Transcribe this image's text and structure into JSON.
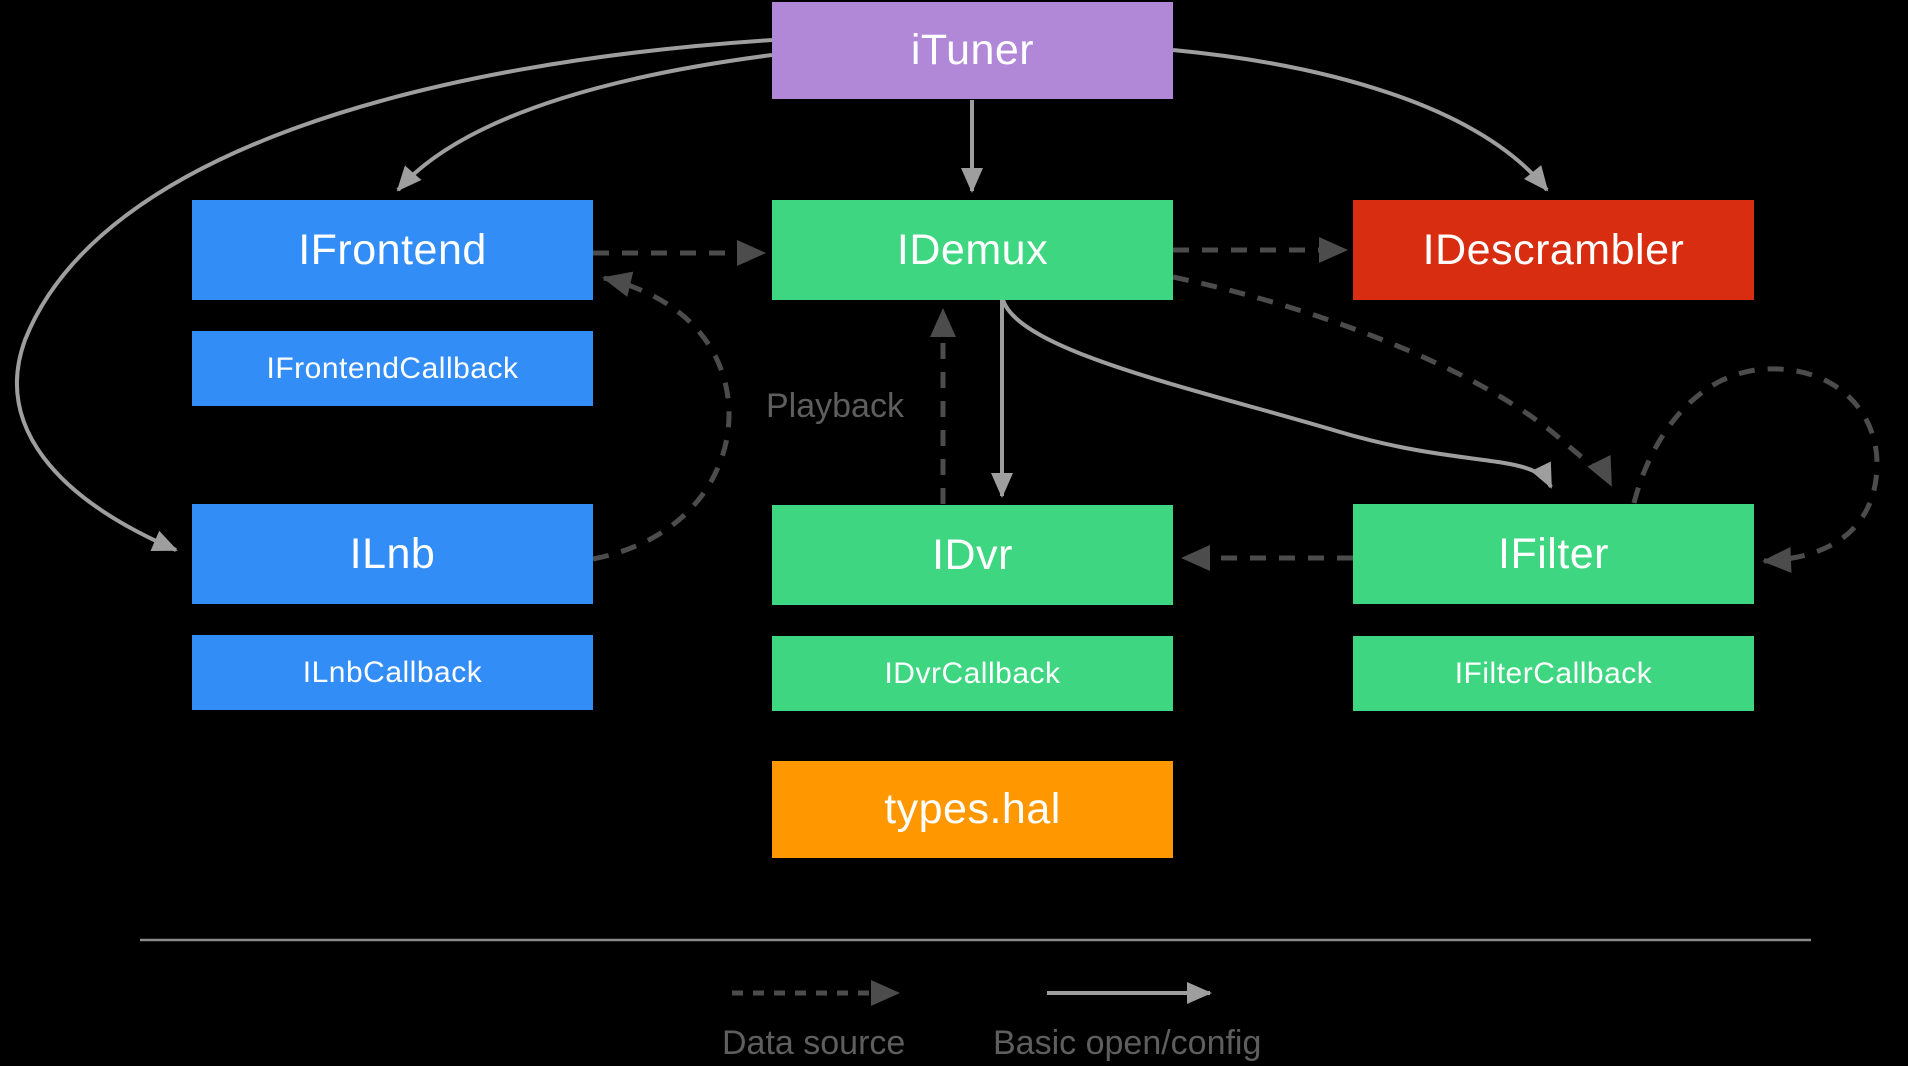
{
  "diagram": {
    "nodes": {
      "ituner": "iTuner",
      "ifrontend": "IFrontend",
      "ifrontend_callback": "IFrontendCallback",
      "ilnb": "ILnb",
      "ilnb_callback": "ILnbCallback",
      "idemux": "IDemux",
      "idvr": "IDvr",
      "idvr_callback": "IDvrCallback",
      "types_hal": "types.hal",
      "idescrambler": "IDescrambler",
      "ifilter": "IFilter",
      "ifilter_callback": "IFilterCallback"
    },
    "edge_labels": {
      "playback": "Playback"
    },
    "legend": {
      "data_source": "Data source",
      "basic_open_config": "Basic open/config"
    },
    "colors": {
      "background": "#000000",
      "ituner_box": "#b187d8",
      "frontend_group_boxes": "#338df6",
      "demux_group_boxes": "#3ed681",
      "descrambler_box": "#d92d12",
      "types_hal_box": "#ff9800",
      "box_text": "#ffffff",
      "solid_arrow": "#9e9e9e",
      "dashed_arrow": "#4c4c4c",
      "annotation_text": "#5e5e5e",
      "divider_line": "#8a8a8a"
    }
  }
}
